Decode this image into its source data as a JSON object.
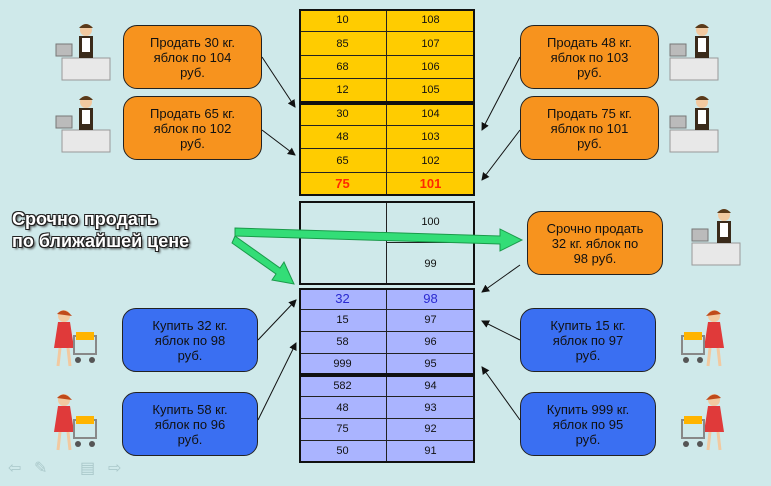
{
  "sell_orders": [
    {
      "qty": "10",
      "price": "108"
    },
    {
      "qty": "85",
      "price": "107"
    },
    {
      "qty": "68",
      "price": "106"
    },
    {
      "qty": "12",
      "price": "105"
    },
    {
      "qty": "30",
      "price": "104"
    },
    {
      "qty": "48",
      "price": "103"
    },
    {
      "qty": "65",
      "price": "102"
    },
    {
      "qty": "75",
      "price": "101"
    }
  ],
  "spread_prices": [
    "100",
    "99"
  ],
  "buy_orders": [
    {
      "qty": "32",
      "price": "98"
    },
    {
      "qty": "15",
      "price": "97"
    },
    {
      "qty": "58",
      "price": "96"
    },
    {
      "qty": "999",
      "price": "95"
    },
    {
      "qty": "582",
      "price": "94"
    },
    {
      "qty": "48",
      "price": "93"
    },
    {
      "qty": "75",
      "price": "92"
    },
    {
      "qty": "50",
      "price": "91"
    }
  ],
  "bubbles": {
    "sell_left_1": "Продать 30 кг.\nяблок по 104\nруб.",
    "sell_left_2": "Продать 65 кг.\nяблок по 102\nруб.",
    "sell_right_1": "Продать 48 кг.\nяблок по 103\nруб.",
    "sell_right_2": "Продать 75 кг.\nяблок по 101\nруб.",
    "sell_right_urgent": "Срочно продать\n32 кг. яблок по\n98 руб.",
    "buy_left_1": "Купить 32 кг.\nяблок по 98\nруб.",
    "buy_left_2": "Купить 58 кг.\nяблок по 96\nруб.",
    "buy_right_1": "Купить 15 кг.\nяблок по 97\nруб.",
    "buy_right_2": "Купить 999 кг.\nяблок по 95\nруб."
  },
  "urgent_label": "Срочно продать\nпо ближайшей цене",
  "colors": {
    "background": "#cfe9ea",
    "sell_fill": "#f7931e",
    "buy_fill": "#3a6ff2",
    "sell_table": "#ffcc00",
    "buy_table": "#aab4ff",
    "best_sell_text": "#ff2a00",
    "best_buy_text": "#2a2ad0",
    "arrow_green": "#33dd77"
  },
  "nav_icons": [
    "arrow-left-icon",
    "pen-icon",
    "menu-icon",
    "arrow-right-icon"
  ]
}
